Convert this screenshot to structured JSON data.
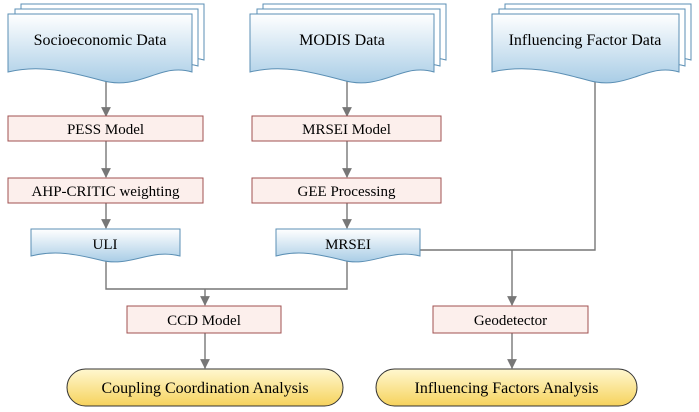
{
  "data_sources": {
    "socioeconomic": "Socioeconomic Data",
    "modis": "MODIS Data",
    "influencing": "Influencing Factor Data"
  },
  "processes": {
    "pess": "PESS Model",
    "ahp": "AHP-CRITIC weighting",
    "mrsei_model": "MRSEI Model",
    "gee": "GEE Processing",
    "ccd": "CCD Model",
    "geodetector": "Geodetector"
  },
  "indices": {
    "uli": "ULI",
    "mrsei": "MRSEI"
  },
  "outputs": {
    "coupling": "Coupling Coordination Analysis",
    "influencing": "Influencing Factors Analysis"
  },
  "colors": {
    "doc_fill_top": "#ffffff",
    "doc_fill_bottom": "#a9cde6",
    "doc_stroke": "#5b8fb4",
    "process_fill": "#fcefec",
    "process_stroke": "#a05050",
    "output_fill_top": "#fff8d0",
    "output_fill_bottom": "#f6d25c",
    "output_stroke": "#333333",
    "line": "#777777"
  }
}
